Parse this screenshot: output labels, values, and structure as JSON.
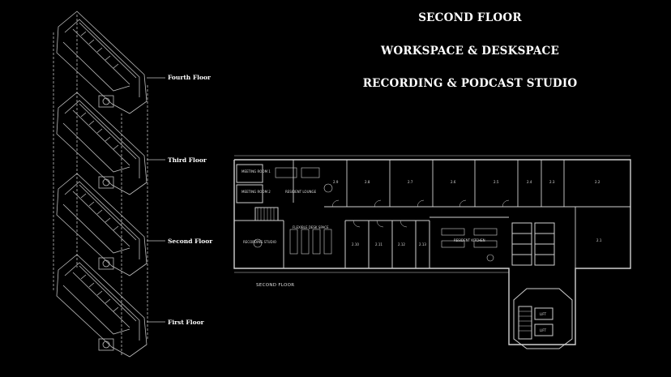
{
  "headings": [
    "SECOND FLOOR",
    "WORKSPACE & DESKSPACE",
    "RECORDING & PODCAST STUDIO"
  ],
  "floor_labels": [
    "Fourth Floor",
    "Third Floor",
    "Second Floor",
    "First Floor"
  ],
  "plan": {
    "caption": "SECOND FLOOR",
    "rooms": {
      "meeting_room_1": "MEETING ROOM 1",
      "meeting_room_2": "MEETING ROOM 2",
      "resident_lounge": "RESIDENT LOUNGE",
      "flexible_desk_space": "FLEXIBLE DESK SPACE",
      "recording_studio": "RECORDING STUDIO",
      "resident_kitchen": "RESIDENT KITCHEN",
      "lift_1": "LIFT",
      "lift_2": "LIFT"
    },
    "offices_top": [
      "2.9",
      "2.8",
      "2.7",
      "2.6",
      "2.5",
      "2.4",
      "2.3",
      "2.2"
    ],
    "offices_bottom": [
      "2.10",
      "2.11",
      "2.12",
      "2.13"
    ],
    "office_right": "2.1"
  },
  "colors": {
    "background": "#000000",
    "lines": "#cfcfcf",
    "text": "#ffffff"
  }
}
